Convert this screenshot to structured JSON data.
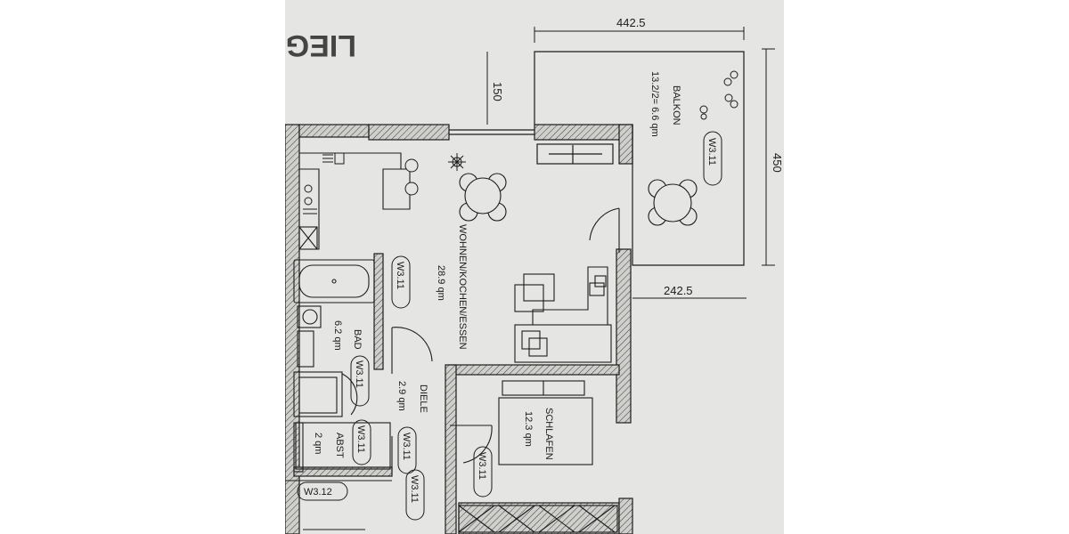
{
  "faded_mark": "LIEG",
  "dimensions": {
    "balcony_width": "442.5",
    "balcony_depth": "450",
    "wall_offset": "150",
    "lower_offset": "242.5"
  },
  "rooms": {
    "balkon": {
      "name": "BALKON",
      "area": "13.2/2= 6.6 qm",
      "tag": "W3.11"
    },
    "wohnen": {
      "name": "WOHNEN/KOCHEN/ESSEN",
      "area": "28.9 qm",
      "tag": "W3.11"
    },
    "bad": {
      "name": "BAD",
      "area": "6.2 qm",
      "tag": "W3.11"
    },
    "diele": {
      "name": "DIELE",
      "area": "2.9 qm"
    },
    "schlafen": {
      "name": "SCHLAFEN",
      "area": "12.3 qm",
      "tag": "W3.11"
    },
    "abst": {
      "name": "ABST",
      "area": "2 qm",
      "tag": "W3.11"
    }
  },
  "extra_tags": {
    "hall_tag_1": "W3.11",
    "hall_tag_2": "W3.11",
    "neighbor_tag": "W3.12"
  },
  "colors": {
    "paper": "#e5e5e3",
    "ink": "#1c1c1c",
    "wall_fill": "#cfcfcc"
  }
}
